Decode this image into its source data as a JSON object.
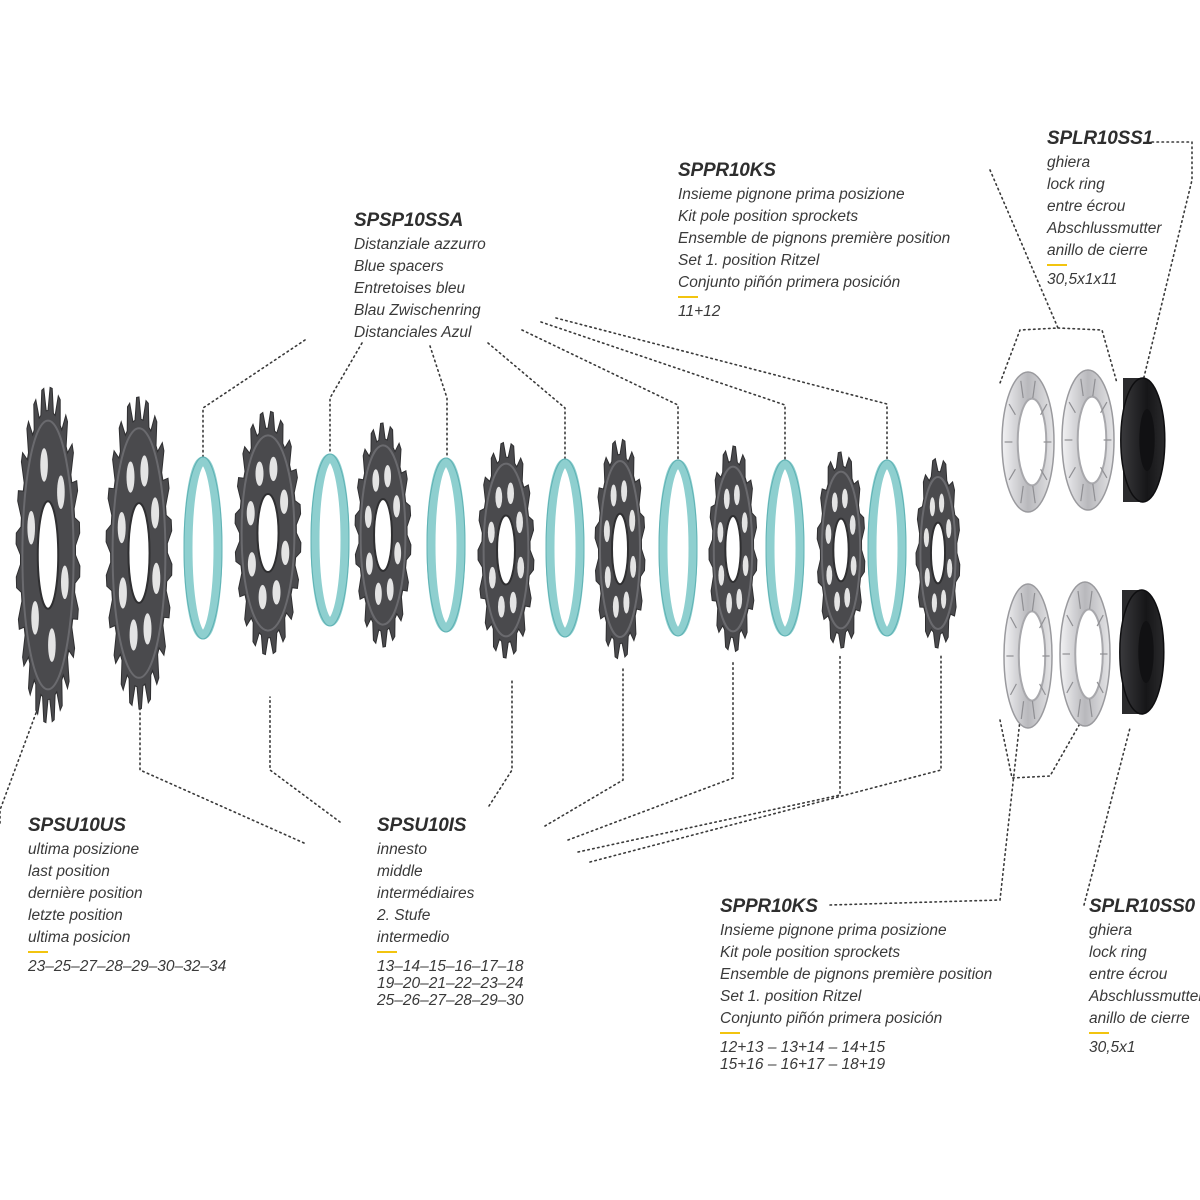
{
  "accent_colors": {
    "spacer": "#8ecfcf",
    "spacer_edge": "#5fb2b4",
    "sprocket": "#4a4a4d",
    "lockring_silver": "#c9c9cc",
    "lockring_black": "#1d1d1f",
    "underline": "#f2c40f"
  },
  "labels": {
    "spsu10us": {
      "code": "SPSU10US",
      "lines": [
        "ultima posizione",
        "last position",
        "dernière position",
        "letzte position",
        "ultima posicion"
      ],
      "sizes": [
        "23–25–27–28–29–30–32–34"
      ]
    },
    "spsu10is": {
      "code": "SPSU10IS",
      "lines": [
        "innesto",
        "middle",
        "intermédiaires",
        "2. Stufe",
        "intermedio"
      ],
      "sizes": [
        "13–14–15–16–17–18",
        "19–20–21–22–23–24",
        "25–26–27–28–29–30"
      ]
    },
    "spsp10ssa": {
      "code": "SPSP10SSA",
      "lines": [
        "Distanziale azzurro",
        "Blue spacers",
        "Entretoises bleu",
        "Blau Zwischenring",
        "Distanciales Azul"
      ]
    },
    "sppr10ks_top": {
      "code": "SPPR10KS",
      "lines": [
        "Insieme pignone prima posizione",
        "Kit pole position sprockets",
        "Ensemble de pignons première position",
        "Set 1. position Ritzel",
        "Conjunto piñón primera posición"
      ],
      "sizes": [
        "11+12"
      ]
    },
    "sppr10ks_bottom": {
      "code": "SPPR10KS",
      "lines": [
        "Insieme pignone prima posizione",
        "Kit pole position sprockets",
        "Ensemble de pignons première position",
        "Set 1. position Ritzel",
        "Conjunto piñón primera posición"
      ],
      "sizes": [
        "12+13 – 13+14 – 14+15",
        "15+16 – 16+17 – 18+19"
      ]
    },
    "splr10ss1": {
      "code": "SPLR10SS1",
      "lines": [
        "ghiera",
        "lock ring",
        "entre écrou",
        "Abschlussmutter",
        "anillo de cierre"
      ],
      "sizes": [
        "30,5x1x11"
      ]
    },
    "splr10ss0": {
      "code": "SPLR10SS0",
      "lines": [
        "ghiera",
        "lock ring",
        "entre écrou",
        "Abschlussmutter",
        "anillo de cierre"
      ],
      "sizes": [
        "30,5x1"
      ]
    }
  }
}
